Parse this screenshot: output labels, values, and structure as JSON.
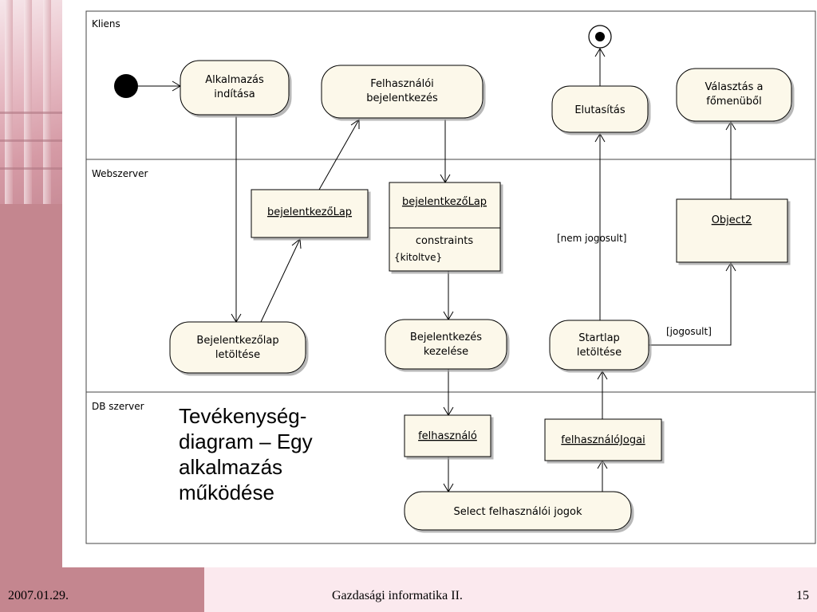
{
  "diagram": {
    "swimlanes": [
      "Kliens",
      "Webszerver",
      "DB szerver"
    ],
    "nodes": {
      "alkalmazas_inditasa": [
        "Alkalmazás",
        "indítása"
      ],
      "felhasznaloi_bejelentkezes": [
        "Felhasználói",
        "bejelentkezés"
      ],
      "elutasitas": "Elutasítás",
      "valasztas_fomenubol": [
        "Választás a",
        "főmenüből"
      ],
      "bejelentkezolap_object": "bejelentkezőLap",
      "bejelentkezolap_object_constrained": "bejelentkezőLap",
      "constraints_label": "constraints",
      "constraints_value": "{kitoltve}",
      "object2": "Object2",
      "bejelentkezolap_letoltese": [
        "Bejelentkezőlap",
        "letöltése"
      ],
      "bejelentkezes_kezelese": [
        "Bejelentkezés",
        "kezelése"
      ],
      "startlap_letoltese": [
        "Startlap",
        "letöltése"
      ],
      "felhasznalo_object": "felhasználó",
      "felhasznalo_jogai_object": "felhasználóJogai",
      "select_felhasznaloi_jogok": "Select felhasználói jogok"
    },
    "guards": {
      "nem_jogosult": "[nem jogosult]",
      "jogosult": "[jogosult]"
    }
  },
  "caption": [
    "Tevékenység-",
    "diagram – Egy",
    "alkalmazás",
    "működése"
  ],
  "footer": {
    "date": "2007.01.29.",
    "title": "Gazdasági informatika II.",
    "page": "15"
  }
}
